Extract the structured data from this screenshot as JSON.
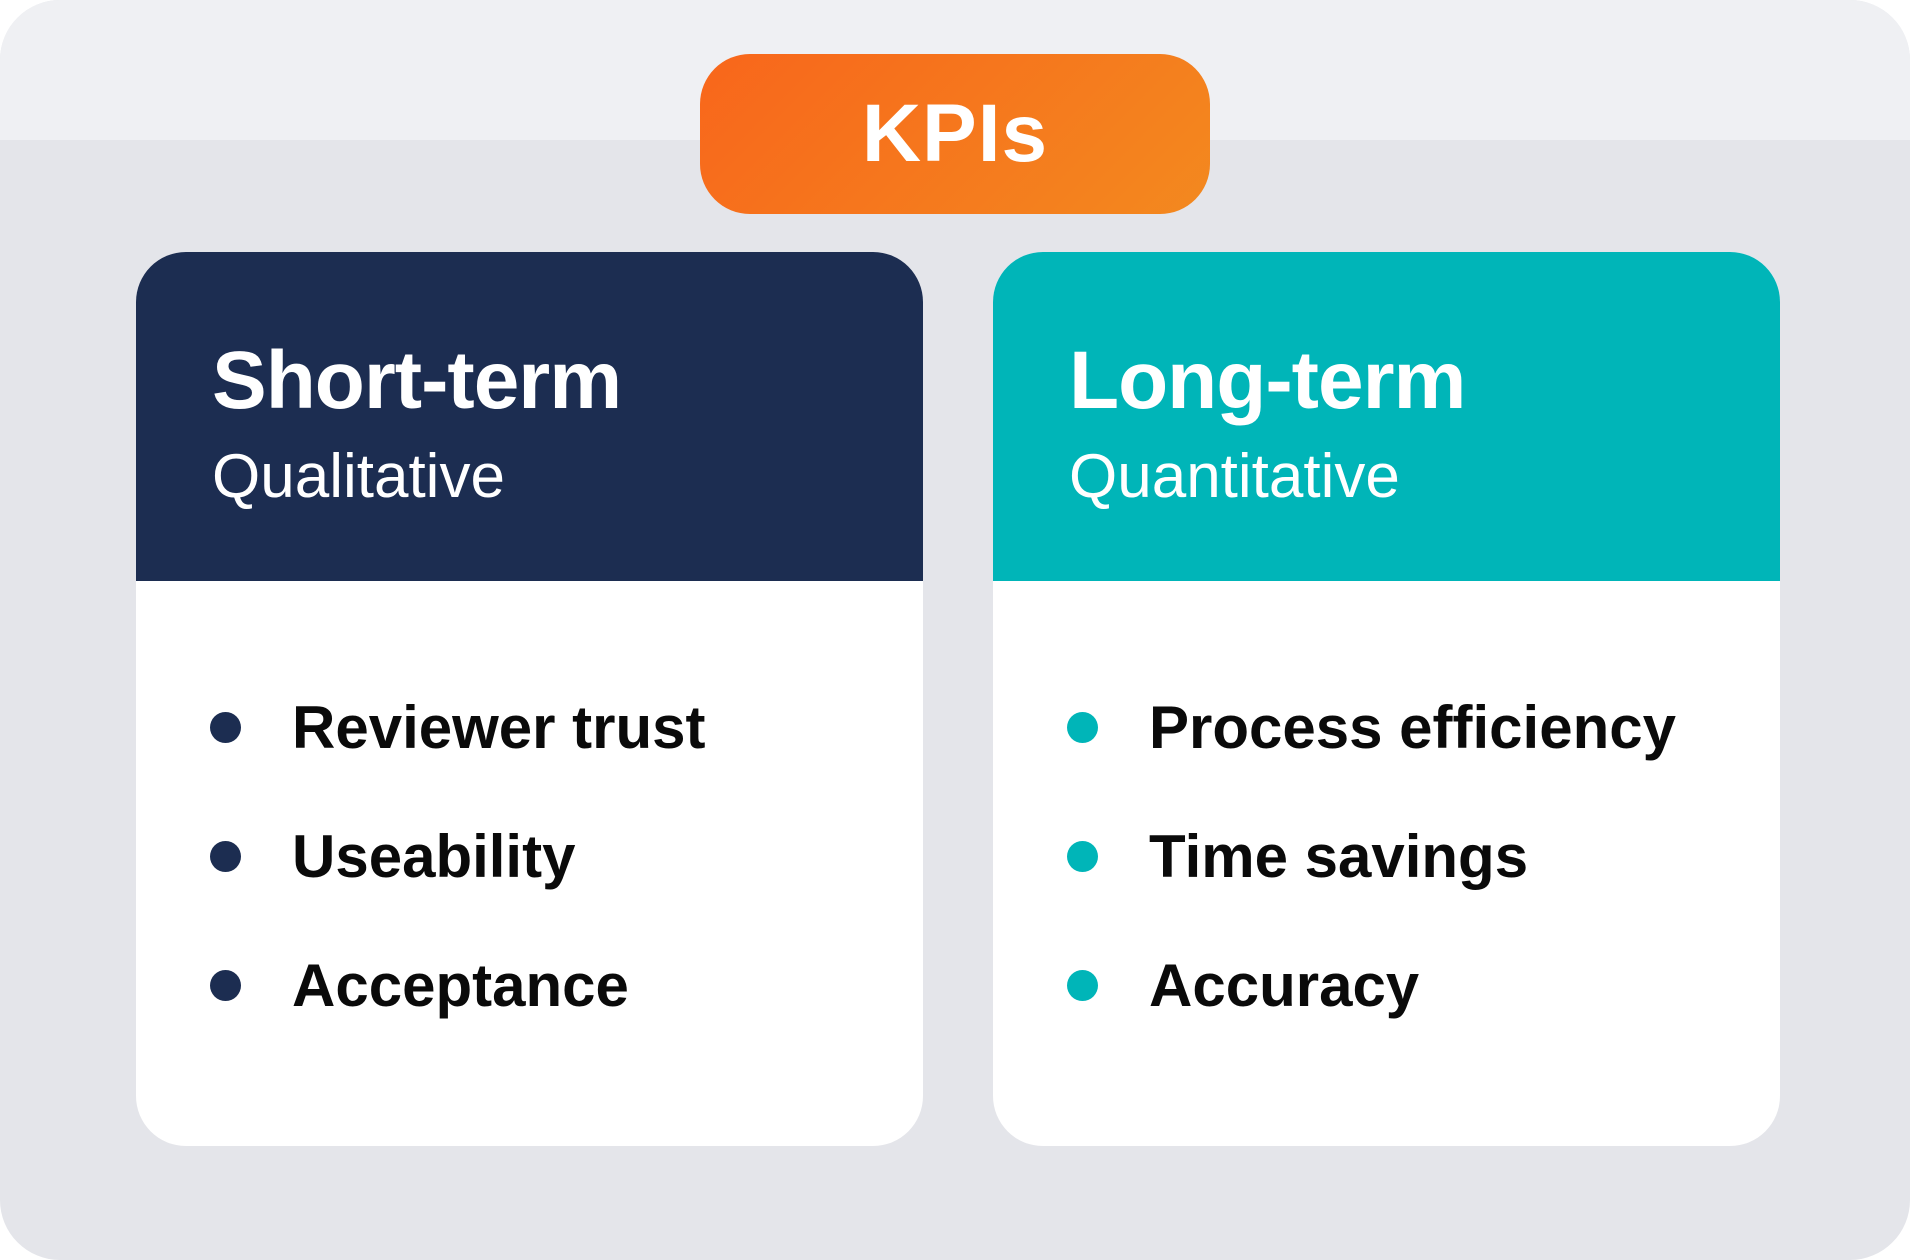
{
  "badge": {
    "label": "KPIs"
  },
  "cards": [
    {
      "title": "Short-term",
      "subtitle": "Qualitative",
      "color": "#1c2d51",
      "items": [
        "Reviewer trust",
        "Useability",
        "Acceptance"
      ]
    },
    {
      "title": "Long-term",
      "subtitle": "Quantitative",
      "color": "#00b5b8",
      "items": [
        "Process efficiency",
        "Time savings",
        "Accuracy"
      ]
    }
  ]
}
